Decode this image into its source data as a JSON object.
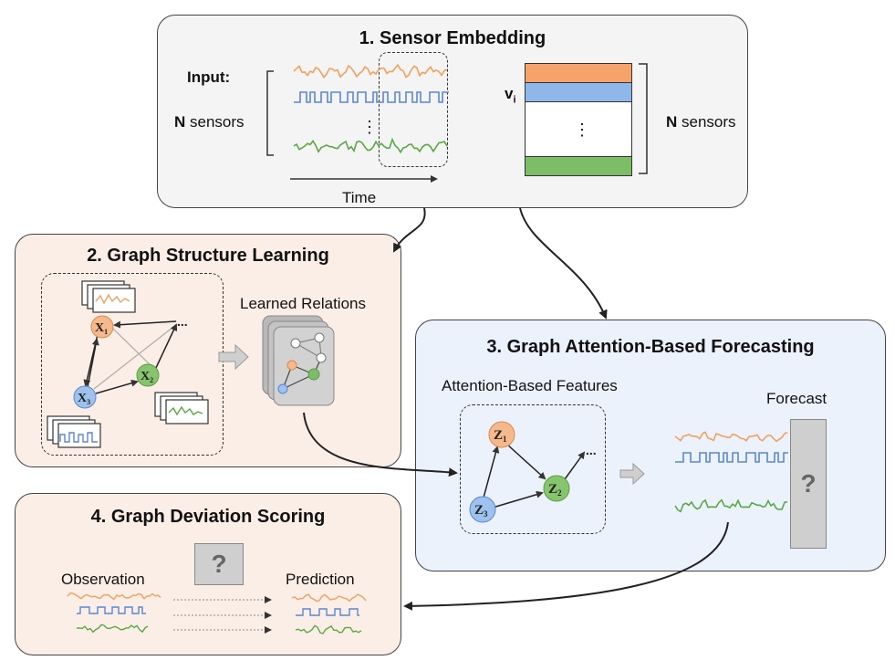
{
  "colors": {
    "orange": "#f0a060",
    "blue": "#5a86d8",
    "green": "#5aa845",
    "orange_fill": "#f6a36b",
    "blue_fill": "#8fb7ea",
    "green_fill": "#7dbd68"
  },
  "sensor_embedding": {
    "title": "1. Sensor Embedding",
    "input_label": "Input:",
    "n_label": "N",
    "sensors_label": "sensors",
    "time_label": "Time",
    "ellipsis": "⋮",
    "embedding_label": "v",
    "embedding_sub": "i",
    "n_label_right": "N",
    "sensors_label_right": "sensors"
  },
  "graph_structure": {
    "title": "2. Graph Structure Learning",
    "learned_relations": "Learned Relations",
    "nodes": [
      {
        "letter": "X",
        "sub": "1"
      },
      {
        "letter": "X",
        "sub": "2"
      },
      {
        "letter": "X",
        "sub": "3"
      }
    ],
    "more": "..."
  },
  "forecasting": {
    "title": "3. Graph Attention-Based Forecasting",
    "features_label": "Attention-Based Features",
    "forecast_label": "Forecast",
    "question": "?",
    "nodes": [
      {
        "letter": "Z",
        "sub": "1"
      },
      {
        "letter": "Z",
        "sub": "2"
      },
      {
        "letter": "Z",
        "sub": "3"
      }
    ],
    "more": "..."
  },
  "deviation": {
    "title": "4. Graph Deviation Scoring",
    "observation_label": "Observation",
    "prediction_label": "Prediction",
    "question": "?"
  }
}
